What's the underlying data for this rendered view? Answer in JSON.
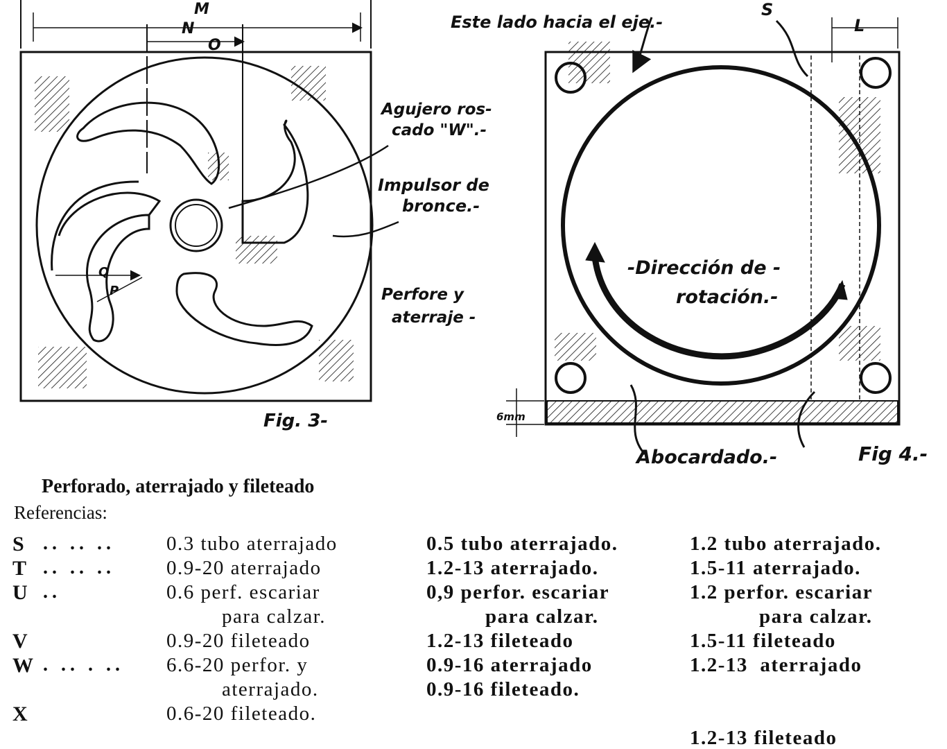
{
  "fig3": {
    "caption": "Fig. 3-",
    "dims": {
      "m": "M",
      "n": "N",
      "o": "O",
      "q": "Q",
      "p": "P"
    },
    "labels": {
      "agujero_line1": "Agujero ros-",
      "agujero_line2": "cado \"W\".-",
      "impulsor_line1": "Impulsor de",
      "impulsor_line2": "bronce.-",
      "perfore_line1": "Perfore y",
      "perfore_line2": "aterraje -"
    }
  },
  "fig4": {
    "caption": "Fig 4.-",
    "labels": {
      "este_lado": "Este lado hacia el eje.-",
      "s": "S",
      "l": "L",
      "direccion_line1": "-Dirección de -",
      "direccion_line2": "rotación.-",
      "six_mm": "6mm",
      "abocardado": "Abocardado.-"
    }
  },
  "table": {
    "heading": "Perforado, aterrajado y fileteado",
    "subheading": "Referencias:",
    "rows": [
      {
        "letter": "S",
        "dots": "..  .. ..",
        "c1": [
          "0.3 tubo aterrajado"
        ],
        "c2": [
          "0.5 tubo aterrajado."
        ],
        "c3": [
          "1.2 tubo aterrajado."
        ]
      },
      {
        "letter": "T",
        "dots": "..  .. ..",
        "c1": [
          "0.9-20 aterrajado"
        ],
        "c2": [
          "1.2-13 aterrajado."
        ],
        "c3": [
          "1.5-11 aterrajado."
        ]
      },
      {
        "letter": "U",
        "dots": "      ..",
        "c1": [
          "0.6 perf. escariar",
          "para calzar."
        ],
        "c2": [
          "0,9 perfor. escariar",
          "para calzar."
        ],
        "c3": [
          "1.2 perfor. escariar",
          "para calzar."
        ]
      },
      {
        "letter": "V",
        "dots": "",
        "c1": [
          "0.9-20 fileteado"
        ],
        "c2": [
          "1.2-13 fileteado"
        ],
        "c3": [
          "1.5-11 fileteado"
        ]
      },
      {
        "letter": "W",
        "dots": ". .. . ..",
        "c1": [
          "6.6-20 perfor. y",
          "aterrajado."
        ],
        "c2": [
          "0.9-16 aterrajado",
          "0.9-16 fileteado."
        ],
        "c3": [
          "1.2-13  aterrajado"
        ]
      },
      {
        "letter": "X",
        "dots": "",
        "c1": [
          "0.6-20 fileteado."
        ],
        "c2": [],
        "c3": [
          "",
          "1.2-13 fileteado"
        ]
      }
    ]
  }
}
